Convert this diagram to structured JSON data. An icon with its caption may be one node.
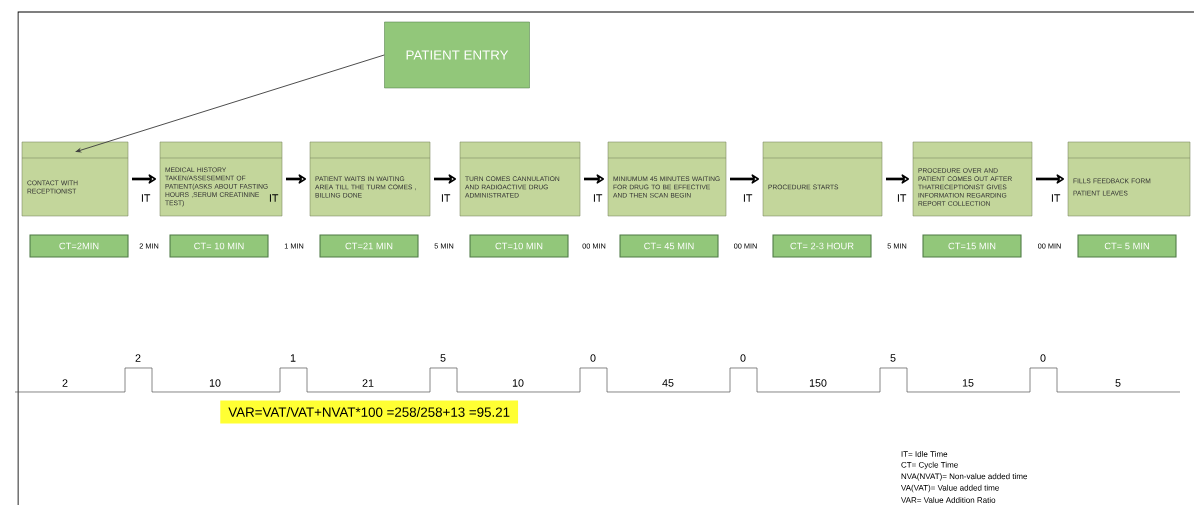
{
  "diagram": {
    "nodes": [
      {
        "text": [
          "PATIENT ENTRY"
        ]
      },
      {
        "text": [
          "CONTACT WITH RECEPTIONIST"
        ]
      },
      {
        "text": [
          "MEDICAL HISTORY TAKEN/ASSESEMENT OF PATIENT(ASKS ABOUT FASTING HOURS ,SERUM CREATININE TEST)"
        ]
      },
      {
        "text": [
          "PATIENT WAITS IN WAITING AREA TILL THE TURM COMES , BILLING DONE"
        ]
      },
      {
        "text": [
          "TURN COMES CANNULATION AND RADIOACTIVE DRUG ADMINISTRATED"
        ]
      },
      {
        "text": [
          "MINIUMUM 45 MINUTES WAITING FOR DRUG TO BE EFFECTIVE AND THEN SCAN BEGIN"
        ]
      },
      {
        "text": [
          "PROCEDURE STARTS"
        ]
      },
      {
        "text": [
          "PROCEDURE OVER AND PATIENT COMES OUT AFTER THATRECEPTIONIST GIVES INFORMATION REGARDING REPORT COLLECTION"
        ]
      },
      {
        "text": [
          "FILLS FEEDBACK FORM",
          "PATIENT LEAVES"
        ]
      },
      {
        "text": [
          "CT=2MIN"
        ]
      },
      {
        "text": [
          "CT= 10 MIN"
        ]
      },
      {
        "text": [
          "CT=21 MIN"
        ]
      },
      {
        "text": [
          "CT=10 MIN"
        ]
      },
      {
        "text": [
          "CT= 45 MIN"
        ]
      },
      {
        "text": [
          "CT= 2-3 HOUR"
        ]
      },
      {
        "text": [
          "CT=15 MIN"
        ]
      },
      {
        "text": [
          "CT= 5 MIN"
        ]
      }
    ],
    "edges": [
      {
        "from": 0,
        "to": 1,
        "arrow": "to"
      },
      {
        "from": 1,
        "to": 2,
        "arrow": "to"
      },
      {
        "from": 2,
        "to": 3,
        "arrow": "to"
      },
      {
        "from": 3,
        "to": 4,
        "arrow": "to"
      },
      {
        "from": 4,
        "to": 5,
        "arrow": "to"
      },
      {
        "from": 5,
        "to": 6,
        "arrow": "to"
      },
      {
        "from": 6,
        "to": 7,
        "arrow": "to"
      },
      {
        "from": 7,
        "to": 8,
        "arrow": "to"
      }
    ],
    "labels": [
      "IT",
      "IT",
      "IT",
      "IT",
      "IT",
      "IT",
      "IT",
      "2 MIN",
      "1 MIN",
      "5 MIN",
      "00 MIN",
      "00 MIN",
      "5 MIN",
      "00 MIN",
      "2",
      "2",
      "10",
      "1",
      "21",
      "5",
      "10",
      "0",
      "45",
      "0",
      "150",
      "5",
      "15",
      "0",
      "5",
      "VAR=VAT/VAT+NVAT*100   =258/258+13   =95.21",
      "IT= Idle Time",
      "CT= Cycle Time",
      "NVA(NVAT)= Non-value added time",
      "VA(VAT)= Value added time",
      "VAR= Value Addition Ratio"
    ]
  }
}
